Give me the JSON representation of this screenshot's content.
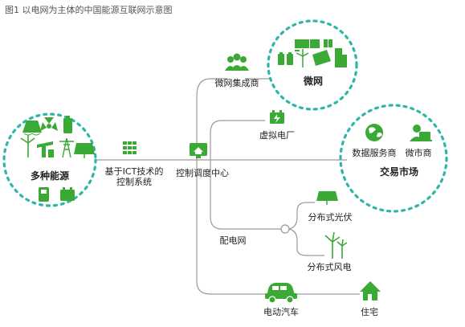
{
  "title": "图1 以电网为主体的中国能源互联网示意图",
  "colors": {
    "green": "#3aa935",
    "teal": "#2bb6a8",
    "dark": "#222222",
    "line": "#9a9a9a"
  },
  "nodes": {
    "energy_sources": "多种能源",
    "ict_control": [
      "基于ICT技术的",
      "控制系统"
    ],
    "dispatch_center": "控制调度中心",
    "microgrid_integrator": "微网集成商",
    "microgrid": "微网",
    "virtual_power_plant": "虚拟电厂",
    "market": "交易市场",
    "data_service": "数据服务商",
    "micro_merchant": "微市商",
    "distribution_grid": "配电网",
    "distributed_pv": "分布式光伏",
    "distributed_wind": "分布式风电",
    "electric_vehicle": "电动汽车",
    "residence": "住宅"
  },
  "icons": {
    "energy_sources": [
      "dam-icon",
      "nuclear-icon",
      "battery-icon",
      "wind-turbine-icon",
      "oil-pump-icon",
      "transmission-tower-icon",
      "solar-panel-icon",
      "charger-icon",
      "battery-small-icon"
    ],
    "microgrid": [
      "container-icon",
      "battery-icon",
      "wind-turbine-icon",
      "solar-panel-icon",
      "building-icon"
    ]
  }
}
